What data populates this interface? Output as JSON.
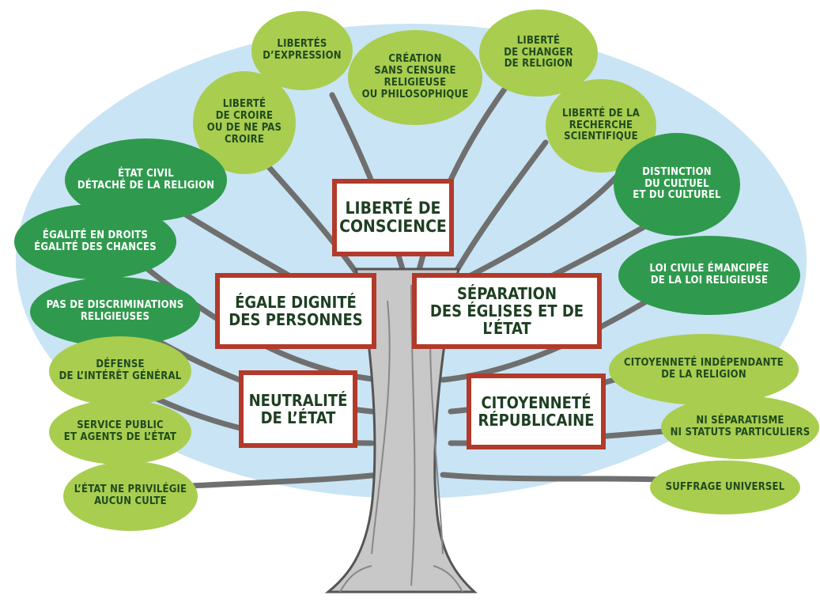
{
  "colors": {
    "sky": "#c9e4f4",
    "leaf_light": "#a9cd4f",
    "leaf_dark": "#2f9a4d",
    "panel_border": "#b23a2a",
    "trunk": "#c8c8c8",
    "branch": "#6f6f6f"
  },
  "panels": {
    "liberte_conscience": "Liberté de\nconscience",
    "egale_dignite": "Égale dignité\ndes personnes",
    "separation": "Séparation\ndes Églises et de l’État",
    "neutralite": "Neutralité\nde l’État",
    "citoyennete": "Citoyenneté\nrépublicaine"
  },
  "leaves": {
    "libertes_expression": "Libertés\nd’expression",
    "creation": "Création\nsans censure religieuse\nou philosophique",
    "changer_religion": "Liberté\nde changer\nde religion",
    "croire": "Liberté\nde croire\nou de ne pas\ncroire",
    "recherche": "Liberté de la\nrecherche\nscientifique",
    "etat_civil": "État civil\ndétaché de la religion",
    "distinction": "Distinction\ndu cultuel\net du culturel",
    "egalite_droits": "Égalité en droits\nÉgalité des chances",
    "loi_civile": "Loi civile émancipée\nde la loi religieuse",
    "discriminations": "Pas de discriminations\nreligieuses",
    "defense": "Défense\nde l’intérêt général",
    "citoyennete_independante": "Citoyenneté indépendante\nde la religion",
    "service_public": "Service public\net agents de l’État",
    "separatisme": "Ni séparatisme\nni statuts particuliers",
    "privilegie": "L’État ne privilégie\naucun culte",
    "suffrage": "Suffrage universel"
  }
}
